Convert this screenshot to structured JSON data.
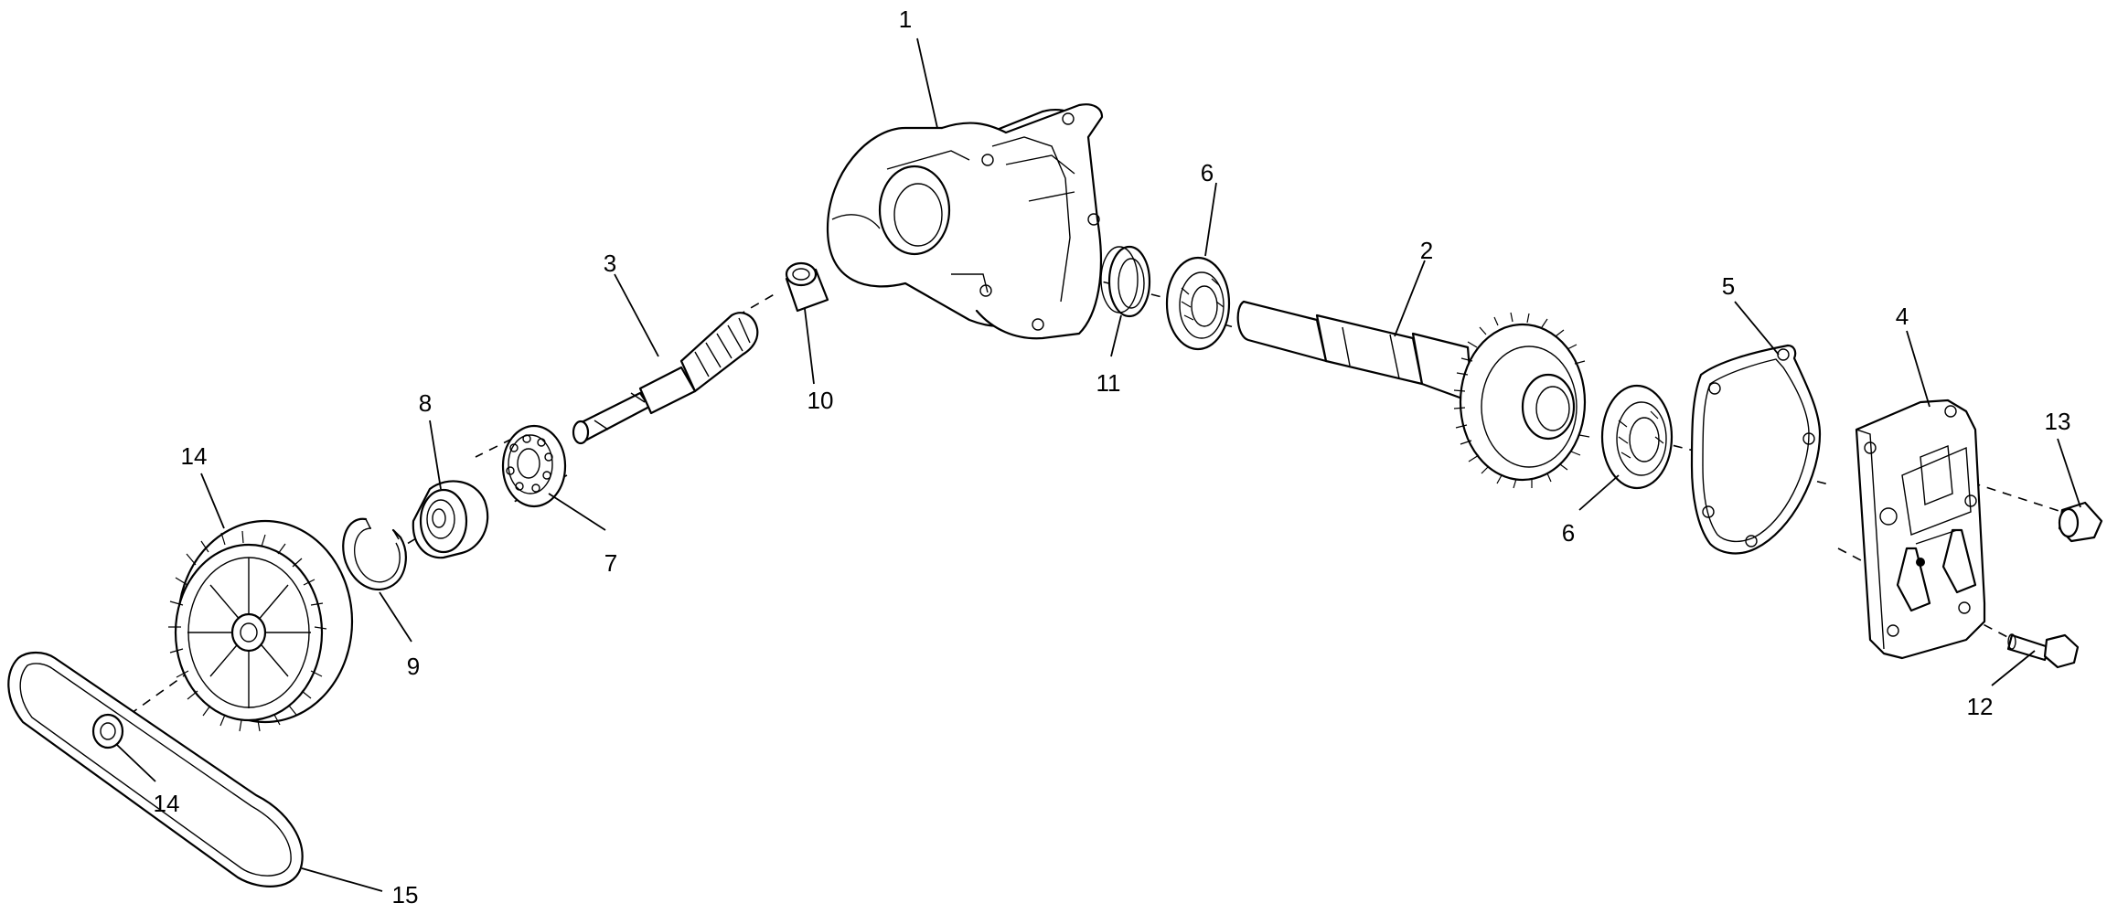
{
  "diagram": {
    "callouts": {
      "c1": "1",
      "c2": "2",
      "c3": "3",
      "c4": "4",
      "c5": "5",
      "c6a": "6",
      "c6b": "6",
      "c7": "7",
      "c8": "8",
      "c9": "9",
      "c10": "10",
      "c11": "11",
      "c12": "12",
      "c13": "13",
      "c14a": "14",
      "c14b": "14",
      "c15": "15"
    },
    "parts": [
      {
        "ref": "1",
        "name": "housing"
      },
      {
        "ref": "2",
        "name": "output-shaft-gear"
      },
      {
        "ref": "3",
        "name": "worm-shaft"
      },
      {
        "ref": "4",
        "name": "end-plate"
      },
      {
        "ref": "5",
        "name": "gasket"
      },
      {
        "ref": "6",
        "name": "oil-seal"
      },
      {
        "ref": "7",
        "name": "ball-bearing"
      },
      {
        "ref": "8",
        "name": "ball-bearing-small"
      },
      {
        "ref": "9",
        "name": "retaining-ring"
      },
      {
        "ref": "10",
        "name": "bushing"
      },
      {
        "ref": "11",
        "name": "seal-ring"
      },
      {
        "ref": "12",
        "name": "hex-bolt"
      },
      {
        "ref": "13",
        "name": "plug"
      },
      {
        "ref": "14",
        "name": "pulley"
      },
      {
        "ref": "15",
        "name": "belt"
      }
    ],
    "colors": {
      "line": "#000000",
      "background": "#ffffff"
    }
  }
}
